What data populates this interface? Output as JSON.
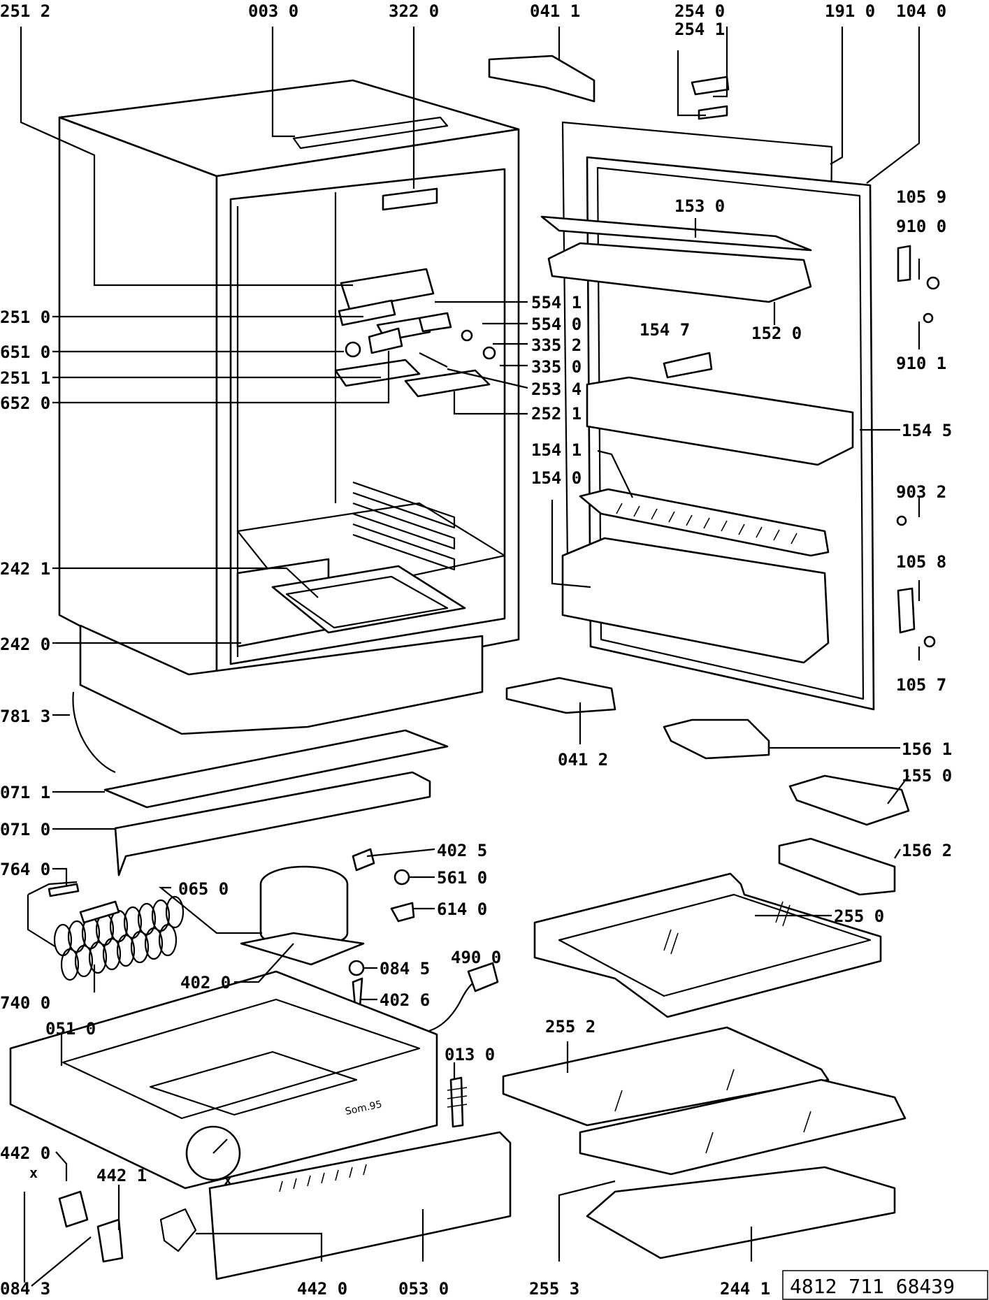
{
  "document_number": "4812 711 68439",
  "stamp": "Som.95",
  "marker": "x",
  "labels": [
    {
      "id": "p2512",
      "text": "251 2"
    },
    {
      "id": "p0030",
      "text": "003 0"
    },
    {
      "id": "p3220",
      "text": "322 0"
    },
    {
      "id": "p0411",
      "text": "041 1"
    },
    {
      "id": "p2540",
      "text": "254 0"
    },
    {
      "id": "p2541",
      "text": "254 1"
    },
    {
      "id": "p1910",
      "text": "191 0"
    },
    {
      "id": "p1040",
      "text": "104 0"
    },
    {
      "id": "p1059",
      "text": "105 9"
    },
    {
      "id": "p9100",
      "text": "910 0"
    },
    {
      "id": "p9101",
      "text": "910 1"
    },
    {
      "id": "p1530",
      "text": "153 0"
    },
    {
      "id": "p1520",
      "text": "152 0"
    },
    {
      "id": "p1547",
      "text": "154 7"
    },
    {
      "id": "p5541",
      "text": "554 1"
    },
    {
      "id": "p5540",
      "text": "554 0"
    },
    {
      "id": "p3352",
      "text": "335 2"
    },
    {
      "id": "p3350",
      "text": "335 0"
    },
    {
      "id": "p2534",
      "text": "253 4"
    },
    {
      "id": "p2521",
      "text": "252 1"
    },
    {
      "id": "p2510",
      "text": "251 0"
    },
    {
      "id": "p6510",
      "text": "651 0"
    },
    {
      "id": "p2511",
      "text": "251 1"
    },
    {
      "id": "p6520",
      "text": "652 0"
    },
    {
      "id": "p1545",
      "text": "154 5"
    },
    {
      "id": "p1541",
      "text": "154 1"
    },
    {
      "id": "p1540",
      "text": "154 0"
    },
    {
      "id": "p9032",
      "text": "903 2"
    },
    {
      "id": "p1058",
      "text": "105 8"
    },
    {
      "id": "p1057",
      "text": "105 7"
    },
    {
      "id": "p2421",
      "text": "242 1"
    },
    {
      "id": "p2420",
      "text": "242 0"
    },
    {
      "id": "p7813",
      "text": "781 3"
    },
    {
      "id": "p0412",
      "text": "041 2"
    },
    {
      "id": "p1561",
      "text": "156 1"
    },
    {
      "id": "p1550",
      "text": "155 0"
    },
    {
      "id": "p1562",
      "text": "156 2"
    },
    {
      "id": "p0711",
      "text": "071 1"
    },
    {
      "id": "p0710",
      "text": "071 0"
    },
    {
      "id": "p4025",
      "text": "402 5"
    },
    {
      "id": "p5610",
      "text": "561 0"
    },
    {
      "id": "p6140",
      "text": "614 0"
    },
    {
      "id": "p7640",
      "text": "764 0"
    },
    {
      "id": "p0650",
      "text": "065 0"
    },
    {
      "id": "p2550",
      "text": "255 0"
    },
    {
      "id": "p4020",
      "text": "402 0"
    },
    {
      "id": "p0845",
      "text": "084 5"
    },
    {
      "id": "p4900",
      "text": "490 0"
    },
    {
      "id": "p4026",
      "text": "402 6"
    },
    {
      "id": "p7400",
      "text": "740 0"
    },
    {
      "id": "p0510",
      "text": "051 0"
    },
    {
      "id": "p2552",
      "text": "255 2"
    },
    {
      "id": "p0130",
      "text": "013 0"
    },
    {
      "id": "p4420a",
      "text": "442 0"
    },
    {
      "id": "p4421",
      "text": "442 1"
    },
    {
      "id": "p0843",
      "text": "084 3"
    },
    {
      "id": "p4420b",
      "text": "442 0"
    },
    {
      "id": "p0530",
      "text": "053 0"
    },
    {
      "id": "p2553",
      "text": "255 3"
    },
    {
      "id": "p2441",
      "text": "244 1"
    }
  ]
}
